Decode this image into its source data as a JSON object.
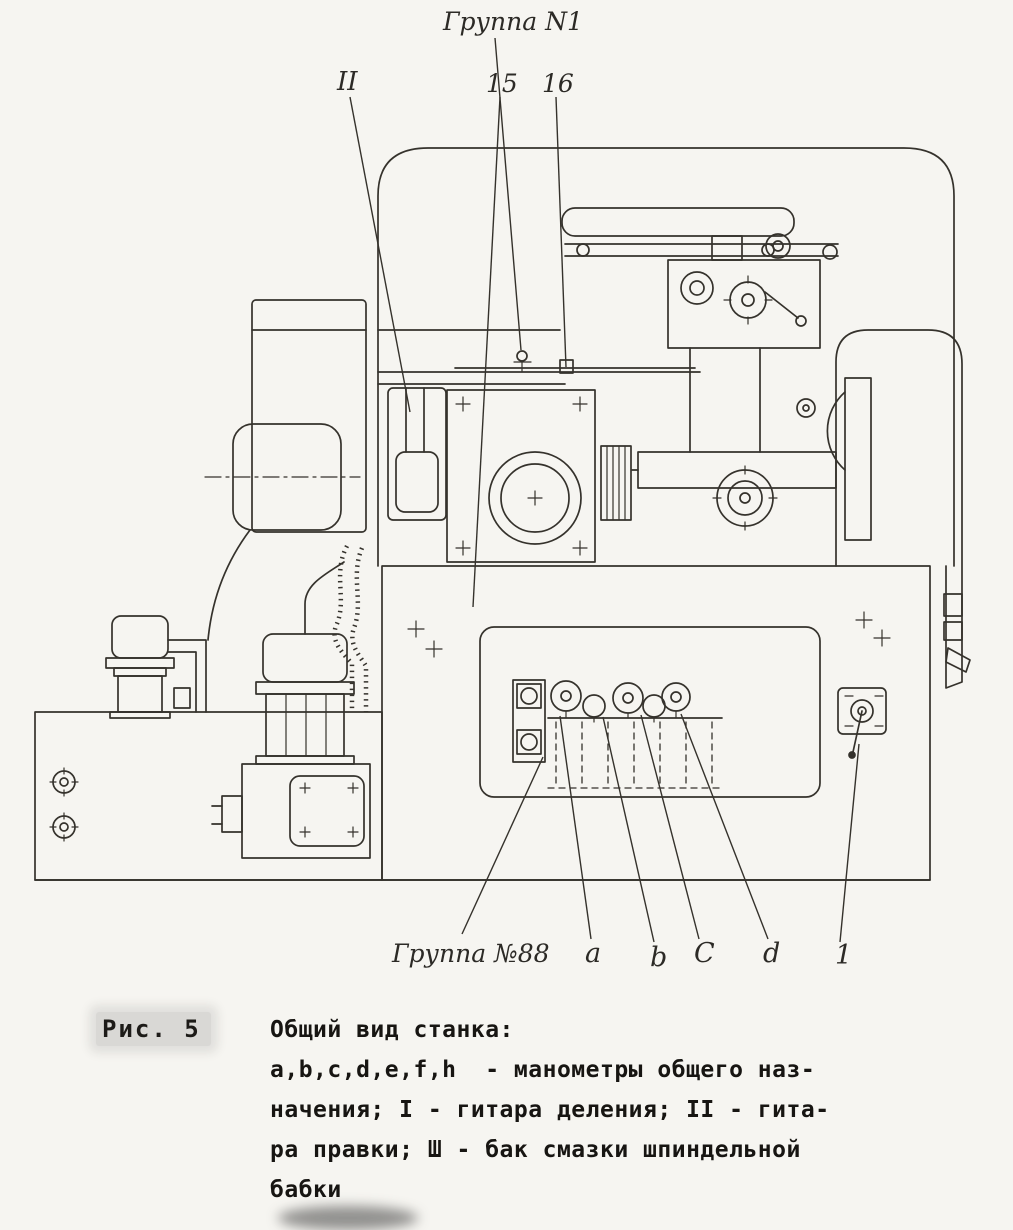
{
  "figure": {
    "number": "Рис. 5",
    "caption": {
      "line1": "Общий вид станка:",
      "line2": "a,b,c,d,e,f,h  - манометры общего наз-",
      "line3": "начения; I - гитара деления; II - гита-",
      "line4": "ра правки; Ш - бак смазки шпиндельной",
      "line5": "бабки"
    }
  },
  "labels": {
    "group_n1": "Группа N1",
    "gitara_ii": "II",
    "n15": "15",
    "n16": "16",
    "group_88": "Группа №88",
    "a": "a",
    "b": "b",
    "c": "C",
    "d": "d",
    "one": "1"
  },
  "colors": {
    "ink": "#35322c",
    "paper": "#f6f5f1"
  }
}
